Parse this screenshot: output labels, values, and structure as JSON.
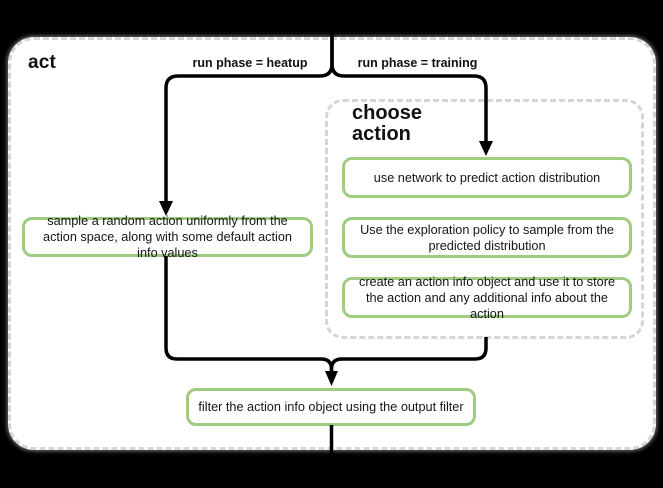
{
  "diagram": {
    "title": "act",
    "subprocess_title": "choose action",
    "branch_labels": {
      "heatup": "run phase = heatup",
      "training": "run phase = training"
    },
    "nodes": {
      "sample": "sample a random action uniformly from the action space, along with some default action info values",
      "predict": "use network to predict action distribution",
      "explore": "Use the exploration policy to sample from the predicted distribution",
      "create_info": "create an action info object and use it to store the action and any additional info about the action",
      "filter": "filter the action info object using the output filter"
    },
    "colors": {
      "node_border": "#a0cc82",
      "dashed_border": "#d5d5d5",
      "connector": "#000000",
      "background": "#000000",
      "surface": "#ffffff"
    }
  }
}
